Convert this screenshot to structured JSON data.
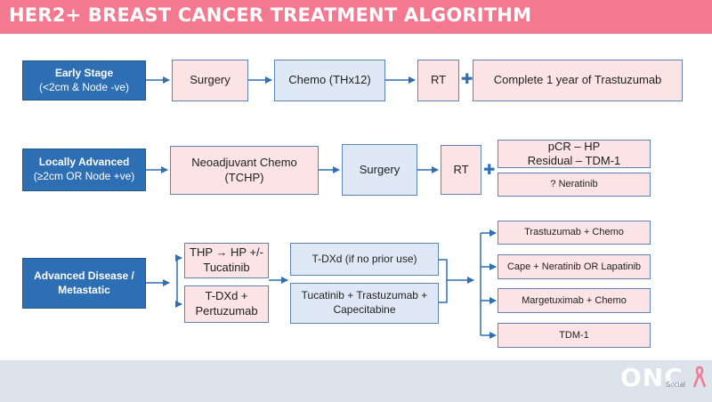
{
  "title": "HER2+ BREAST CANCER TREATMENT ALGORITHM",
  "logo": {
    "text": "ONC",
    "sub": "Social"
  },
  "early": {
    "stage_title": "Early Stage",
    "stage_sub": "(<2cm & Node -ve)",
    "surgery": "Surgery",
    "chemo": "Chemo (THx12)",
    "rt": "RT",
    "final": "Complete 1 year of Trastuzumab"
  },
  "local": {
    "stage_title": "Locally Advanced",
    "stage_sub": "(≥2cm OR Node +ve)",
    "neo": "Neoadjuvant Chemo (TCHP)",
    "surgery": "Surgery",
    "rt": "RT",
    "pcr": "pCR – HP",
    "residual": "Residual – TDM-1",
    "neratinib": "? Neratinib"
  },
  "adv": {
    "stage_title": "Advanced Disease / Metastatic",
    "thp": "THP → HP +/- Tucatinib",
    "tdxd_pert": "T-DXd + Pertuzumab",
    "tdxd": "T-DXd (if no prior use)",
    "tucatinib": "Tucatinib + Trastuzumab + Capecitabine",
    "options": [
      "Trastuzumab + Chemo",
      "Cape + Neratinib OR Lapatinib",
      "Margetuximab + Chemo",
      "TDM-1"
    ]
  },
  "colors": {
    "header": "#f2798f",
    "stage": "#2e6fb3",
    "pink_box": "#fbe3e6",
    "blue_box": "#dfe9f5",
    "footer": "#dde3eb"
  }
}
